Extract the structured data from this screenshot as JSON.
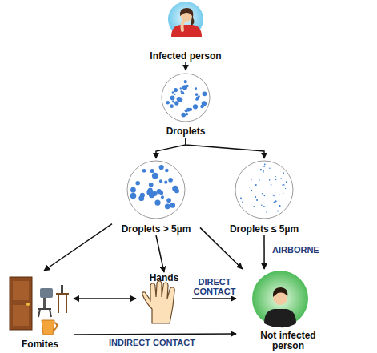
{
  "diagram": {
    "nodes": [
      {
        "text": [
          "Infected person"
        ]
      },
      {
        "text": [
          "Droplets"
        ]
      },
      {
        "text": [
          "Droplets > 5µm"
        ]
      },
      {
        "text": [
          "Droplets ≤ 5µm"
        ]
      },
      {
        "text": [
          "Fomites"
        ]
      },
      {
        "text": [
          "Hands"
        ]
      },
      {
        "text": [
          "Not infected person"
        ]
      }
    ],
    "edges": [
      {
        "from": 0,
        "to": 1,
        "arrow": "to"
      },
      {
        "from": 1,
        "to": 2,
        "arrow": "to"
      },
      {
        "from": 1,
        "to": 3,
        "arrow": "to"
      },
      {
        "from": 2,
        "to": 4,
        "arrow": "to"
      },
      {
        "from": 2,
        "to": 5,
        "arrow": "to"
      },
      {
        "from": 2,
        "to": 6,
        "arrow": "to"
      },
      {
        "from": 3,
        "to": 6,
        "arrow": "to",
        "label": "AIRBORNE"
      },
      {
        "from": 4,
        "to": 5,
        "arrow": "both"
      },
      {
        "from": 5,
        "to": 6,
        "arrow": "to",
        "label": "DIRECT CONTACT"
      },
      {
        "from": 4,
        "to": 6,
        "arrow": "to",
        "label": "INDIRECT CONTACT"
      }
    ]
  }
}
